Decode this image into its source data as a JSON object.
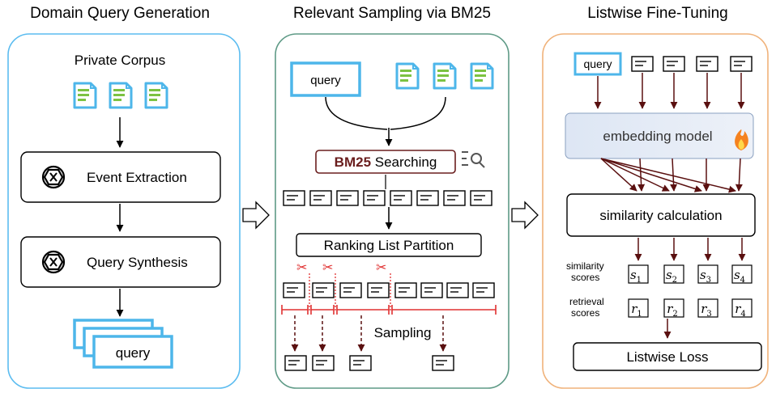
{
  "panels": {
    "left": {
      "title": "Domain Query Generation",
      "corpus_label": "Private Corpus",
      "step1_label": "Event Extraction",
      "step2_label": "Query Synthesis",
      "query_stack_label": "query",
      "border_color": "#5bbcf0"
    },
    "middle": {
      "title": "Relevant Sampling via BM25",
      "query_label": "query",
      "bm25_bold": "BM25",
      "bm25_rest": " Searching",
      "partition_label": "Ranking List Partition",
      "sampling_label": "Sampling",
      "border_color": "#5e9a86"
    },
    "right": {
      "title": "Listwise Fine-Tuning",
      "query_label": "query",
      "model_label": "embedding model",
      "similarity_label": "similarity calculation",
      "sim_scores_label_1": "similarity",
      "sim_scores_label_2": "scores",
      "ret_scores_label_1": "retrieval",
      "ret_scores_label_2": "scores",
      "sim_scores": [
        "s",
        "s",
        "s",
        "s"
      ],
      "ret_scores": [
        "r",
        "r",
        "r",
        "r"
      ],
      "score_subscripts": [
        "1",
        "2",
        "3",
        "4"
      ],
      "loss_label": "Listwise Loss",
      "border_color": "#f0b27a"
    },
    "colors": {
      "doc_green": "#7cc242",
      "doc_blue": "#4db6ea",
      "arrow_dark": "#5a1010",
      "partition_red": "#e03030",
      "bm25_border": "#6a1e1e",
      "bm25_bold_color": "#6a1e1e"
    }
  }
}
